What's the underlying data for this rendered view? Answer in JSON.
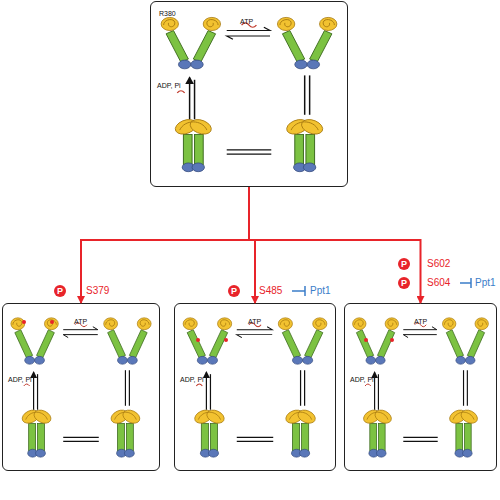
{
  "diagram": {
    "nodes": [
      {
        "text": [
          "R380",
          "ATP",
          "ADP, Pi"
        ]
      },
      {
        "text": [
          "ATP",
          "ADP, Pi"
        ]
      },
      {
        "text": [
          "ATP",
          "ADP, Pi"
        ]
      },
      {
        "text": [
          "ATP",
          "ADP, Pi"
        ]
      }
    ],
    "edges": [
      {
        "from": 0,
        "to": 1,
        "arrow": "to"
      },
      {
        "from": 0,
        "to": 2,
        "arrow": "to"
      },
      {
        "from": 0,
        "to": 3,
        "arrow": "to"
      }
    ],
    "labels": [
      "P",
      "S379",
      "P",
      "S485",
      "Ppt1",
      "P",
      "S602",
      "P",
      "S604",
      "Ppt1"
    ]
  }
}
